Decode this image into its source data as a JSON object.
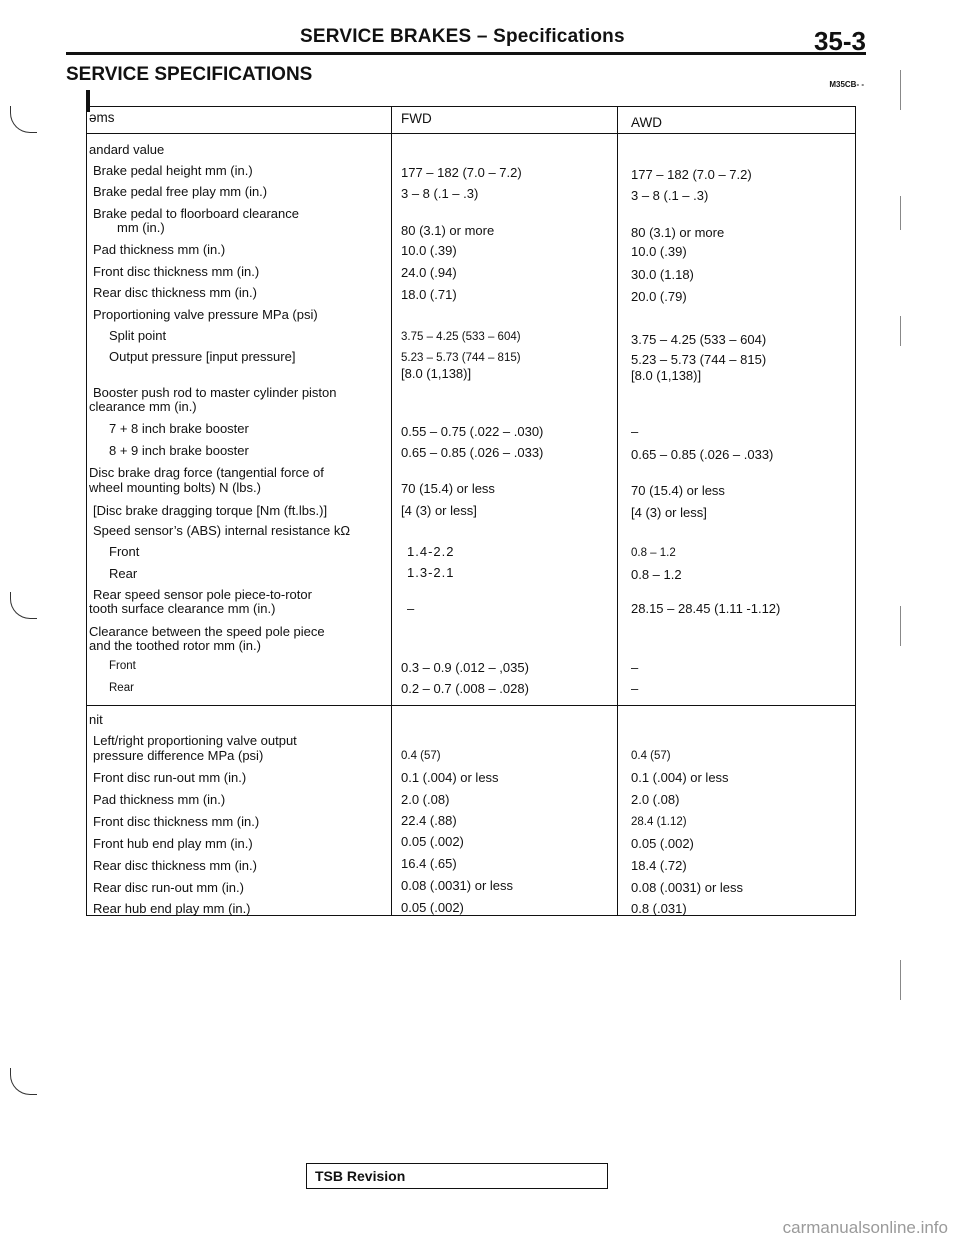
{
  "header": {
    "title": "SERVICE BRAKES – Specifications",
    "page": "35-3"
  },
  "section": {
    "title": "SERVICE SPECIFICATIONS",
    "code": "M35CB- -"
  },
  "table": {
    "headers": {
      "items": "əms",
      "fwd": "FWD",
      "awd": "AWD"
    },
    "standard_label": "andard value",
    "limit_label": "nit",
    "rows": [
      {
        "label": "Brake pedal height      mm (in.)",
        "fwd": "177 – 182 (7.0 – 7.2)",
        "awd": "177 – 182 (7.0 – 7.2)"
      },
      {
        "label": "Brake pedal free play      mm (in.)",
        "fwd": "3 – 8 (.1 – .3)",
        "awd": "3 – 8 (.1 – .3)"
      },
      {
        "label": "Brake pedal to floorboard clearance",
        "fwd": "",
        "awd": ""
      },
      {
        "label": "mm (in.)",
        "fwd": "80 (3.1) or more",
        "awd": "80 (3.1) or more"
      },
      {
        "label": "Pad thickness      mm (in.)",
        "fwd": "10.0 (.39)",
        "awd": "10.0 (.39)"
      },
      {
        "label": "Front disc thickness      mm (in.)",
        "fwd": "24.0 (.94)",
        "awd": "30.0 (1.18)"
      },
      {
        "label": "Rear disc thickness      mm (in.)",
        "fwd": "18.0 (.71)",
        "awd": "20.0 (.79)"
      },
      {
        "label": "Proportioning  valve  pressure      MPa (psi)",
        "fwd": "",
        "awd": ""
      },
      {
        "label": "Split  point",
        "fwd": "3.75 – 4.25 (533 – 604)",
        "awd": "3.75 – 4.25 (533 – 604)"
      },
      {
        "label": "Output pressure [input pressure]",
        "fwd": "5.23 – 5.73 (744 – 815)",
        "awd": "5.23 – 5.73 (744 – 815)"
      },
      {
        "label": "",
        "fwd": "[8.0 (1,138)]",
        "awd": "[8.0 (1,138)]"
      },
      {
        "label": "Booster push rod to master cylinder piston",
        "fwd": "",
        "awd": ""
      },
      {
        "label": "clearance      mm (in.)",
        "fwd": "",
        "awd": ""
      },
      {
        "label": "7 + 8 inch brake booster",
        "fwd": "0.55 – 0.75 (.022 – .030)",
        "awd": "–"
      },
      {
        "label": "8 + 9 inch brake booster",
        "fwd": "0.65 – 0.85 (.026 – .033)",
        "awd": "0.65 – 0.85 (.026 – .033)"
      },
      {
        "label": "Disc brake drag force (tangential force of",
        "fwd": "",
        "awd": ""
      },
      {
        "label": "wheel  mounting  bolts)      N (lbs.)",
        "fwd": "70 (15.4) or less",
        "awd": "70 (15.4) or less"
      },
      {
        "label": "[Disc brake dragging torque      [Nm (ft.lbs.)]",
        "fwd": "[4 (3) or less]",
        "awd": "[4 (3) or less]"
      },
      {
        "label": "Speed sensor’s (ABS) internal resistance      kΩ",
        "fwd": "",
        "awd": ""
      },
      {
        "label": "Front",
        "fwd": "1.4-2.2",
        "awd": "0.8 – 1.2"
      },
      {
        "label": "Rear",
        "fwd": "1.3-2.1",
        "awd": "0.8 – 1.2"
      },
      {
        "label": "Rear speed sensor pole piece-to-rotor",
        "fwd": "",
        "awd": ""
      },
      {
        "label": "tooth surface clearance      mm (in.)",
        "fwd": "–",
        "awd": "28.15 – 28.45 (1.11 -1.12)"
      },
      {
        "label": "Clearance between the speed pole piece",
        "fwd": "",
        "awd": ""
      },
      {
        "label": "and the toothed rotor      mm (in.)",
        "fwd": "",
        "awd": ""
      },
      {
        "label": "Front",
        "fwd": "0.3 – 0.9 (.012 – ,035)",
        "awd": "–"
      },
      {
        "label": "Rear",
        "fwd": "0.2 – 0.7 (.008 – .028)",
        "awd": "–"
      }
    ],
    "limit_rows": [
      {
        "label": "Left/right  proportioning  valve  output",
        "fwd": "",
        "awd": ""
      },
      {
        "label": "pressure  difference      MPa (psi)",
        "fwd": "0.4 (57)",
        "awd": "0.4 (57)"
      },
      {
        "label": "Front disc run-out      mm (in.)",
        "fwd": "0.1 (.004) or less",
        "awd": "0.1 (.004) or less"
      },
      {
        "label": "Pad thickness      mm (in.)",
        "fwd": "2.0 (.08)",
        "awd": "2.0 (.08)"
      },
      {
        "label": "Front disc thickness      mm (in.)",
        "fwd": "22.4 (.88)",
        "awd": "28.4 (1.12)"
      },
      {
        "label": "Front hub end play      mm (in.)",
        "fwd": "0.05 (.002)",
        "awd": "0.05 (.002)"
      },
      {
        "label": "Rear disc thickness      mm (in.)",
        "fwd": "16.4 (.65)",
        "awd": "18.4 (.72)"
      },
      {
        "label": "Rear disc run-out      mm (in.)",
        "fwd": "0.08 (.0031) or less",
        "awd": "0.08 (.0031) or less"
      },
      {
        "label": "Rear hub end play      mm (in.)",
        "fwd": "0.05 (.002)",
        "awd": "0.8 (.031)"
      }
    ]
  },
  "footer": {
    "tsb": "TSB Revision",
    "watermark": "carmanualsonline.info"
  }
}
